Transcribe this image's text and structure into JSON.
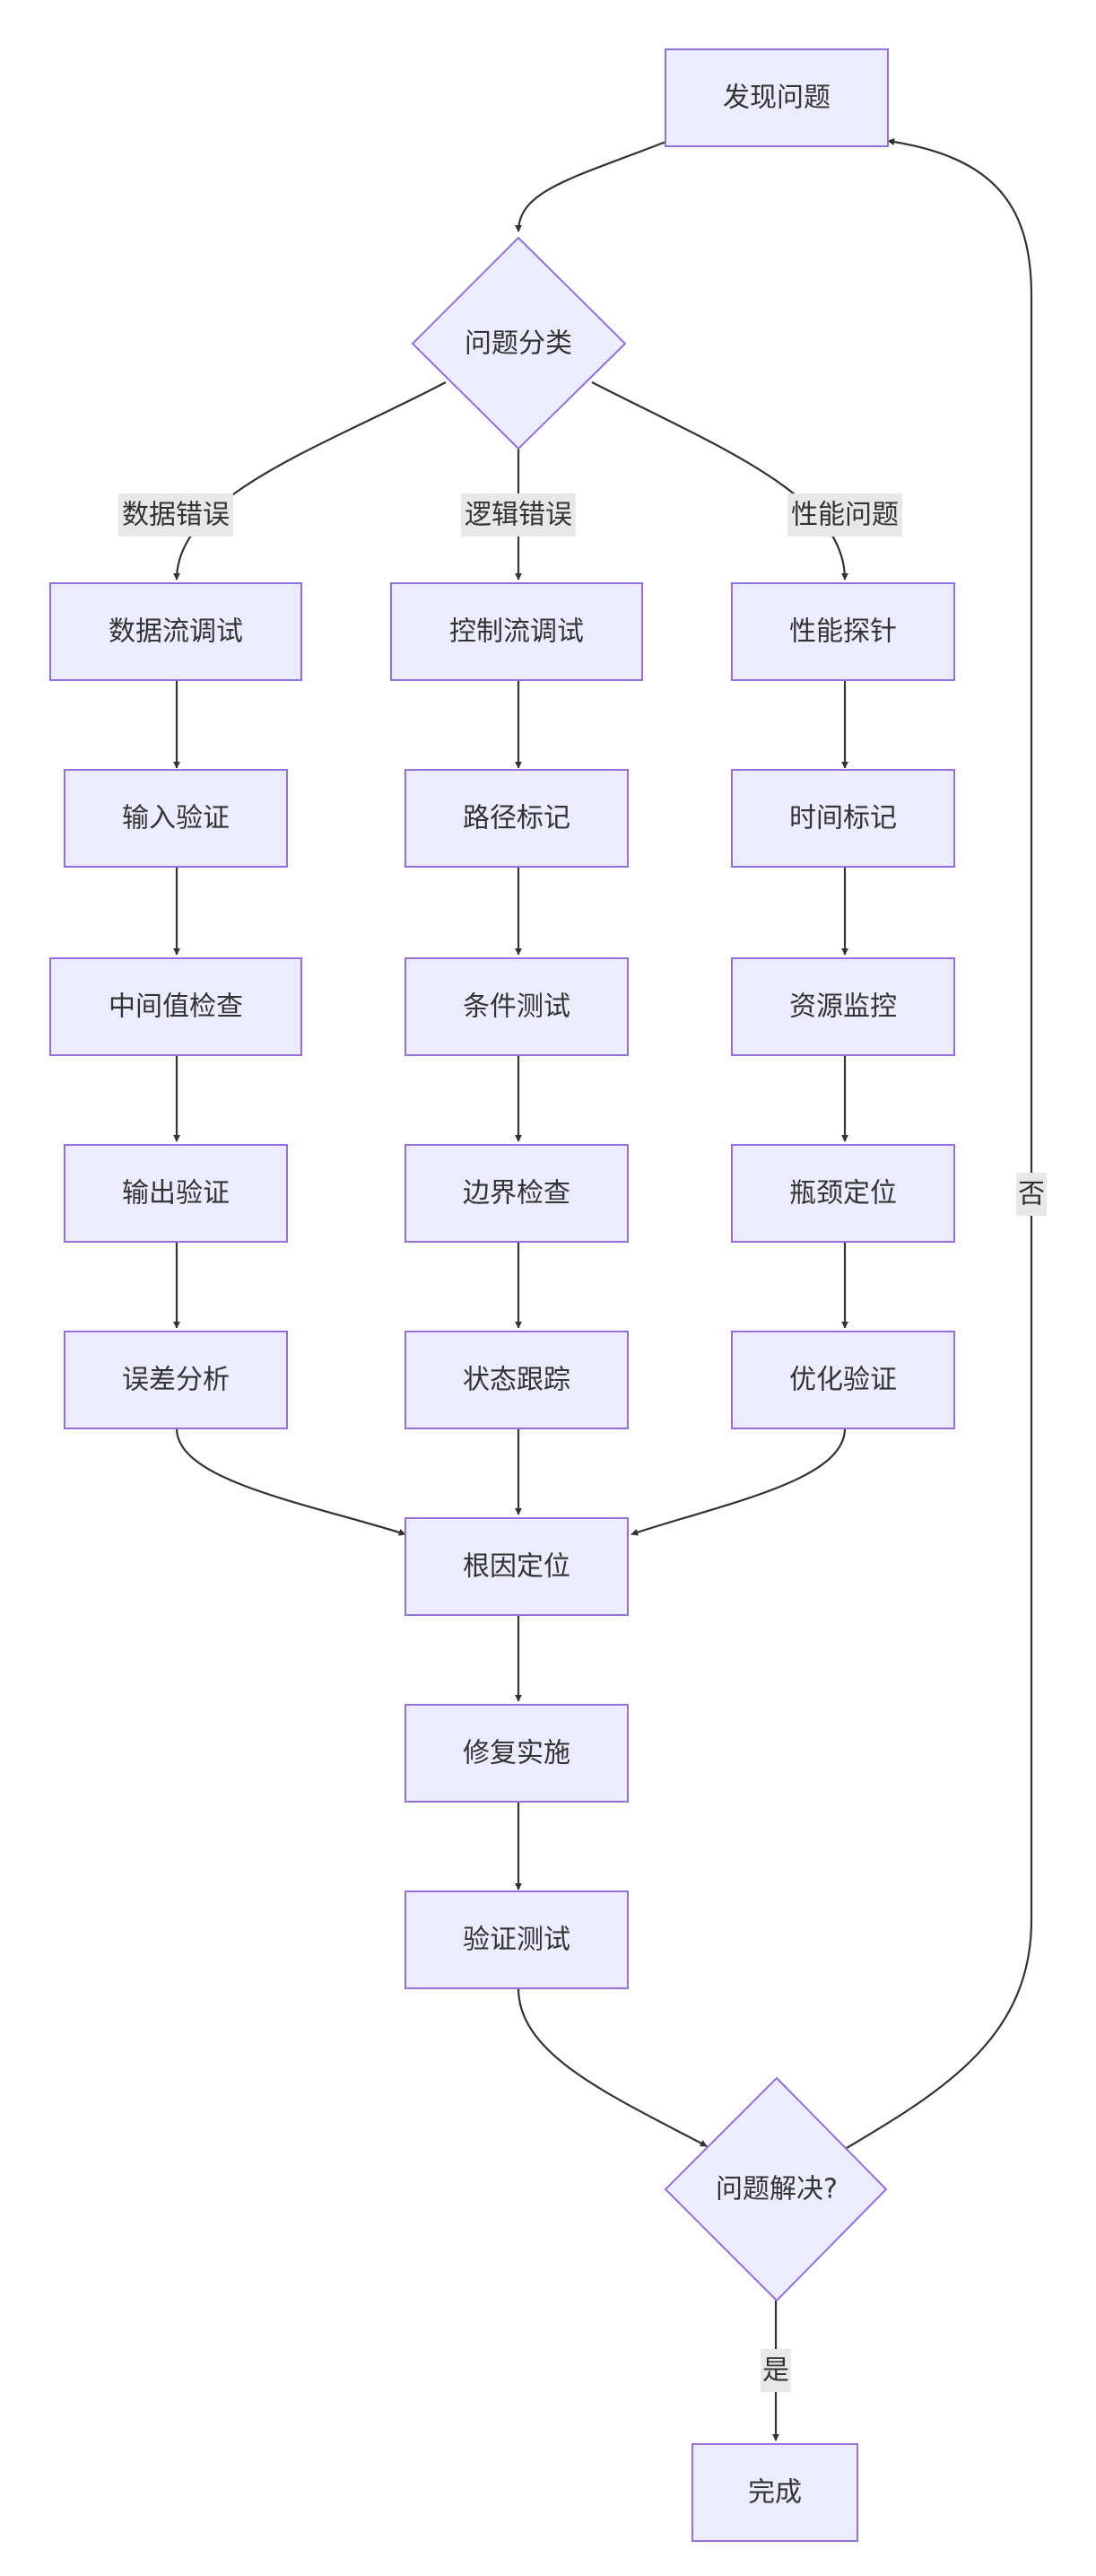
{
  "nodes": {
    "discover": "发现问题",
    "classify": "问题分类",
    "data_flow": "数据流调试",
    "input_check": "输入验证",
    "intermediate_check": "中间值检查",
    "output_check": "输出验证",
    "error_analysis": "误差分析",
    "control_flow": "控制流调试",
    "path_mark": "路径标记",
    "condition_test": "条件测试",
    "boundary_check": "边界检查",
    "state_trace": "状态跟踪",
    "perf_probe": "性能探针",
    "time_mark": "时间标记",
    "resource_monitor": "资源监控",
    "bottleneck_locate": "瓶颈定位",
    "optimize_verify": "优化验证",
    "root_cause": "根因定位",
    "fix": "修复实施",
    "verify_test": "验证测试",
    "resolved": "问题解决?",
    "done": "完成"
  },
  "edge_labels": {
    "data_error": "数据错误",
    "logic_error": "逻辑错误",
    "perf_issue": "性能问题",
    "no": "否",
    "yes": "是"
  },
  "colors": {
    "node_fill": "#ECECFF",
    "node_stroke": "#9370DB",
    "edge": "#333333",
    "label_bg": "#e8e8e8"
  }
}
